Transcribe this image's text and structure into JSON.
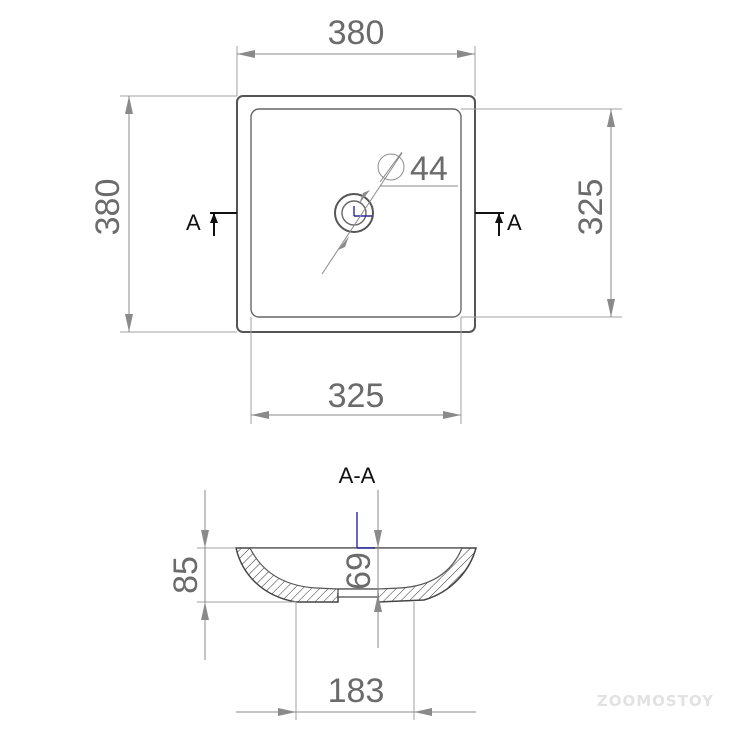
{
  "plan_view": {
    "outer_width": "380",
    "outer_height": "380",
    "inner_height": "325",
    "inner_width": "325",
    "drain_diameter": "44",
    "section_marker_left": "A",
    "section_marker_right": "A"
  },
  "section_view": {
    "title": "A-A",
    "total_height": "85",
    "bowl_depth": "69",
    "base_width": "183"
  },
  "watermark": "ZOOMOSTOY",
  "colors": {
    "dimension": "#6b6b6b",
    "outline": "#555555",
    "section_mark": "#111111",
    "axis_mark": "#2a2aa0"
  }
}
